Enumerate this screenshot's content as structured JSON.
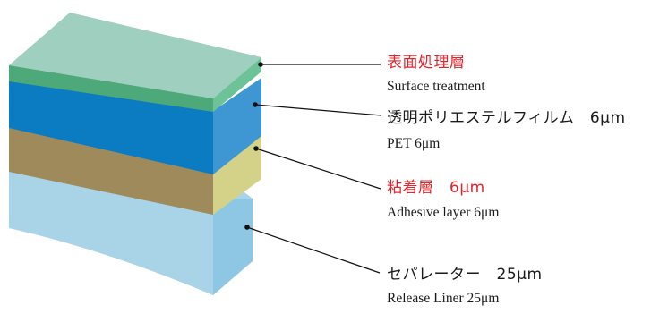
{
  "layers": [
    {
      "key": "surface",
      "title_jp": "表面処理層",
      "title_en": "Surface treatment",
      "title_color": "#e3242b",
      "colors": {
        "top": "#9fcfbf",
        "front": "#4da87a",
        "side": "#6dc298"
      }
    },
    {
      "key": "pet",
      "title_jp": "透明ポリエステルフィルム　6μm",
      "title_en": "PET  6μm",
      "title_color": "#1a1a1a",
      "colors": {
        "front": "#0b7cc1",
        "side": "#3e96d3"
      }
    },
    {
      "key": "adhesive",
      "title_jp": "粘着層　6μm",
      "title_en": "Adhesive layer 6μm",
      "title_color": "#e3242b",
      "colors": {
        "front": "#9f8a5c",
        "side": "#d3d288"
      }
    },
    {
      "key": "liner",
      "title_jp": "セパレーター　25μm",
      "title_en": "Release Liner 25μm",
      "title_color": "#1a1a1a",
      "colors": {
        "top": "#a9d3e6",
        "front": "#a9d3e6",
        "side": "#8ec7e4"
      }
    }
  ],
  "leader_color": "#111111"
}
